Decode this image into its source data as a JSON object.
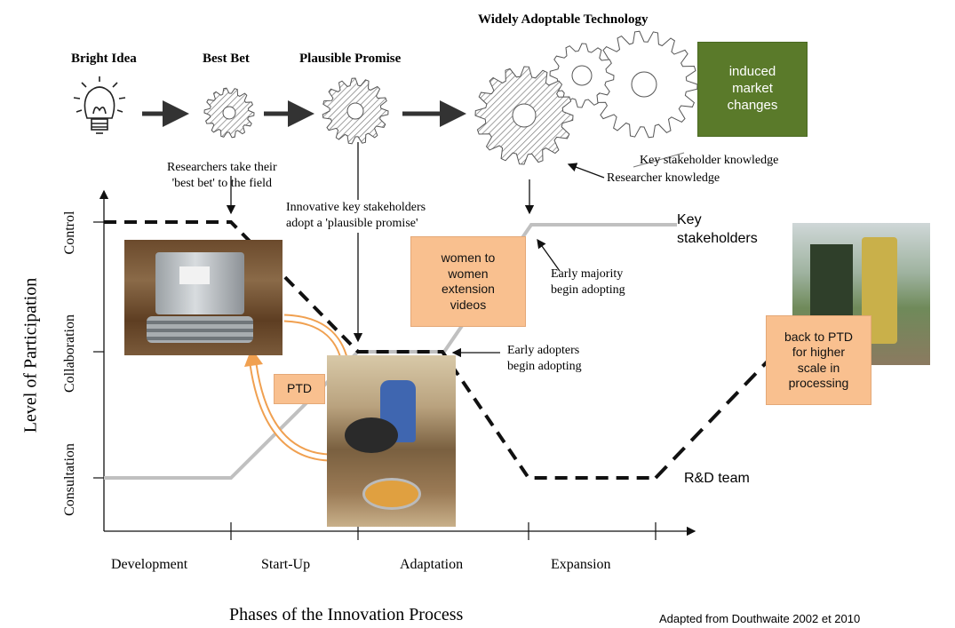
{
  "stages": {
    "bright_idea": "Bright Idea",
    "best_bet": "Best Bet",
    "plausible_promise": "Plausible Promise",
    "widely_adoptable": "Widely Adoptable Technology"
  },
  "boxes": {
    "induced_market": "induced\nmarket\nchanges",
    "women_videos": "women to\nwomen\nextension\nvideos",
    "ptd": "PTD",
    "back_to_ptd": "back to PTD\nfor higher\nscale in\nprocessing"
  },
  "annotations": {
    "researchers_best_bet": "Researchers take their\n'best bet' to the field",
    "innovative_stakeholders": "Innovative key stakeholders\nadopt a 'plausible promise'",
    "key_stakeholder_knowledge": "Key stakeholder knowledge",
    "researcher_knowledge": "Researcher knowledge",
    "early_majority": "Early majority\nbegin adopting",
    "early_adopters": "Early adopters\nbegin adopting"
  },
  "series_labels": {
    "key_stakeholders": "Key\nstakeholders",
    "rd_team": "R&D team"
  },
  "axes": {
    "y_title": "Level of Participation",
    "y_levels": [
      "Consultation",
      "Collaboration",
      "Control"
    ],
    "x_title": "Phases of the Innovation Process",
    "x_phases": [
      "Development",
      "Start-Up",
      "Adaptation",
      "Expansion"
    ]
  },
  "source": "Adapted from Douthwaite 2002 et 2010",
  "colors": {
    "green_box": "#5a7a2a",
    "orange_box": "#f9c08f",
    "orange_arrow": "#f0a050",
    "grey_line": "#c0c0c0"
  },
  "icons": [
    "lightbulb-icon",
    "gear-icon",
    "arrow-icon"
  ]
}
